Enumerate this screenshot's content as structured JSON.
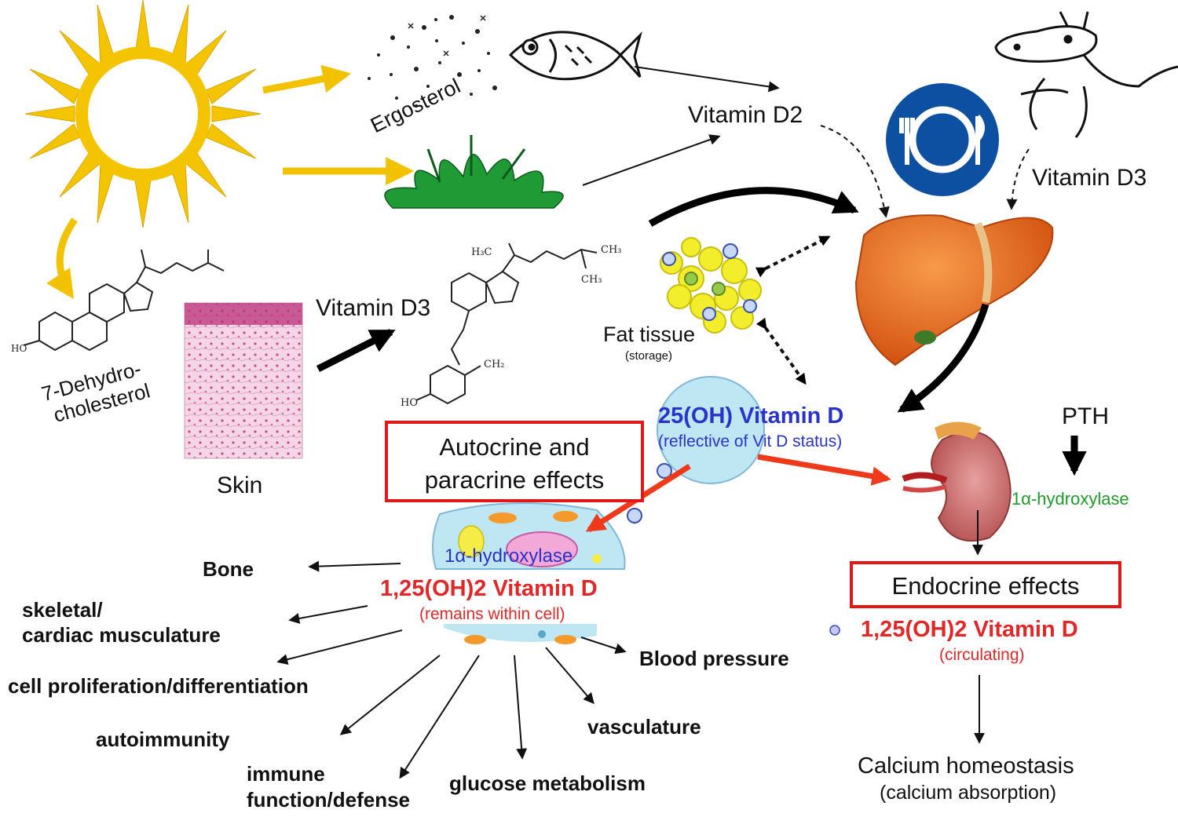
{
  "sources": {
    "ergosterol": "Ergosterol",
    "vitamin_d2": "Vitamin D2",
    "vitamin_d3_diet": "Vitamin D3",
    "vitamin_d3_skin": "Vitamin D3",
    "dehydrocholesterol_line1": "7-Dehydro-",
    "dehydrocholesterol_line2": "cholesterol",
    "skin": "Skin"
  },
  "storage": {
    "fat_tissue": "Fat tissue",
    "fat_tissue_note": "(storage)"
  },
  "circulating_25": {
    "title": "25(OH) Vitamin D",
    "subtitle": "(reflective of  Vit D status)"
  },
  "autocrine": {
    "box_line1": "Autocrine and",
    "box_line2": "paracrine effects",
    "enzyme": "1α-hydroxylase",
    "title": "1,25(OH)2 Vitamin D",
    "subtitle": "(remains within cell)"
  },
  "endocrine": {
    "box": "Endocrine effects",
    "pth": "PTH",
    "enzyme": "1α-hydroxylase",
    "title": "1,25(OH)2 Vitamin D",
    "subtitle": "(circulating)",
    "outcome_line1": "Calcium homeostasis",
    "outcome_line2": "(calcium absorption)"
  },
  "effects": {
    "bone": "Bone",
    "muscle_line1": "skeletal/",
    "muscle_line2": "cardiac musculature",
    "cell": "cell proliferation/differentiation",
    "autoimmunity": "autoimmunity",
    "immune_line1": "immune",
    "immune_line2": "function/defense",
    "glucose": "glucose metabolism",
    "vasculature": "vasculature",
    "blood_pressure": "Blood pressure"
  },
  "colors": {
    "sun": "#f5c400",
    "arrow_yellow": "#f2c200",
    "liver": "#e8641c",
    "kidney": "#c86a6a",
    "fat": "#f2ee2c",
    "plate_blue": "#0d4fa0",
    "box_red": "#e01818",
    "blue_text": "#2a33c8",
    "red_text": "#e02828",
    "green_text": "#1f9a2a"
  }
}
